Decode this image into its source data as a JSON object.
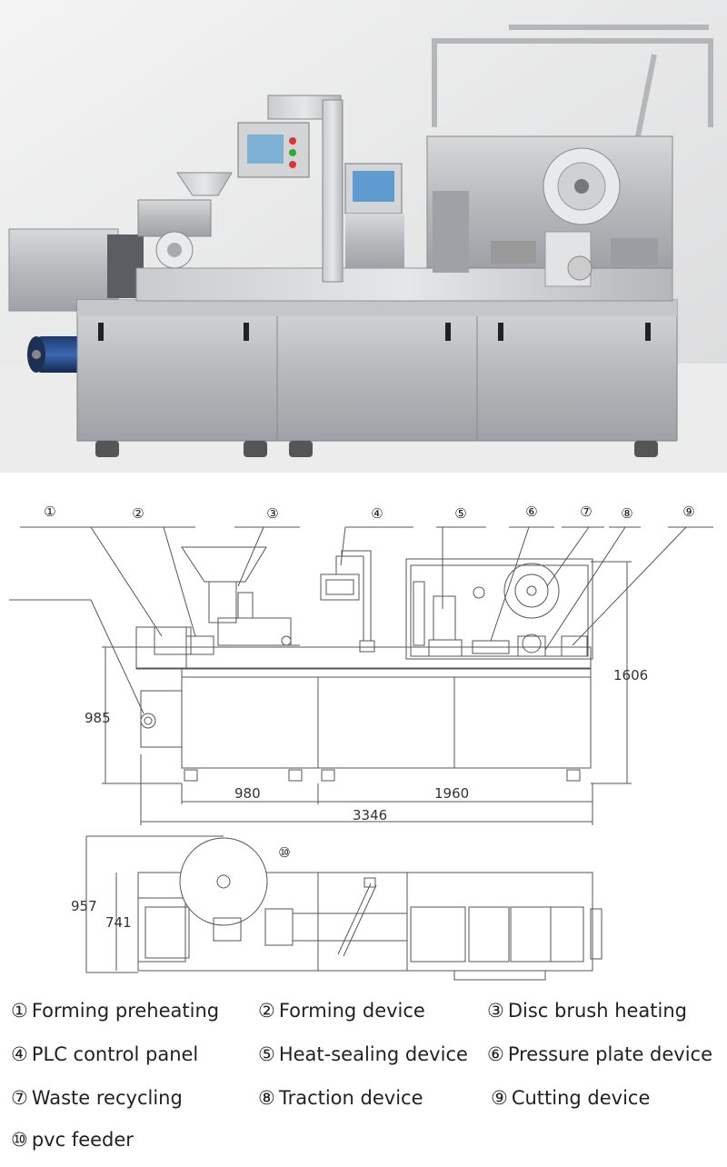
{
  "markers": [
    "①",
    "②",
    "③",
    "④",
    "⑤",
    "⑥",
    "⑦",
    "⑧",
    "⑨",
    "⑩"
  ],
  "dimensions": {
    "total_height": "1606",
    "table_height": "985",
    "section_left": "980",
    "section_right": "1960",
    "total_length": "3346",
    "top_width_outer": "957",
    "top_width_inner": "741"
  },
  "legend": [
    {
      "marker": "①",
      "label": "Forming preheating"
    },
    {
      "marker": "②",
      "label": "Forming device"
    },
    {
      "marker": "③",
      "label": "Disc brush heating"
    },
    {
      "marker": "④",
      "label": "PLC control panel"
    },
    {
      "marker": "⑤",
      "label": "Heat-sealing device"
    },
    {
      "marker": "⑥",
      "label": "Pressure plate device"
    },
    {
      "marker": "⑦",
      "label": "Waste recycling"
    },
    {
      "marker": "⑧",
      "label": "Traction device"
    },
    {
      "marker": "⑨",
      "label": "Cutting device"
    },
    {
      "marker": "⑩",
      "label": "pvc feeder"
    }
  ]
}
